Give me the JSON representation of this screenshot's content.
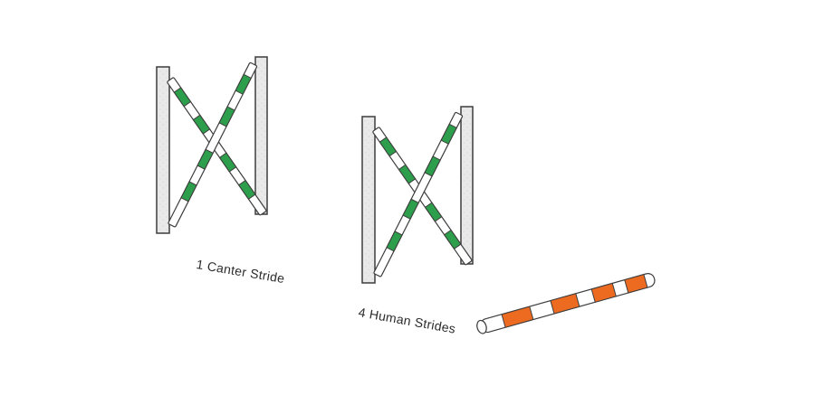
{
  "diagram": {
    "title": "Jump exercise spacing diagram",
    "jump1": {
      "type": "cross-rail jump",
      "label": "1 Canter Stride",
      "pole_stripe_color": "green"
    },
    "jump2": {
      "type": "cross-rail jump",
      "label": "4 Human Strides",
      "pole_stripe_color": "green"
    },
    "ground_pole": {
      "type": "ground pole",
      "stripe_color": "orange"
    }
  },
  "colors": {
    "background": "#ffffff",
    "pole_green": "#2d9e4b",
    "pole_orange": "#ed6b21",
    "pole_white": "#ffffff",
    "standard_fill": "#e9e9e9",
    "standard_speckle": "#c6c6c6",
    "outline": "#3d3d3d",
    "label_text": "#2b2b2b"
  }
}
